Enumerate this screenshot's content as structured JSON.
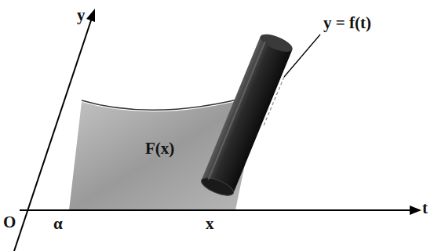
{
  "diagram": {
    "labels": [
      "y",
      "y = f(t)",
      "F(x)",
      "O",
      "α",
      "x",
      "t"
    ]
  }
}
